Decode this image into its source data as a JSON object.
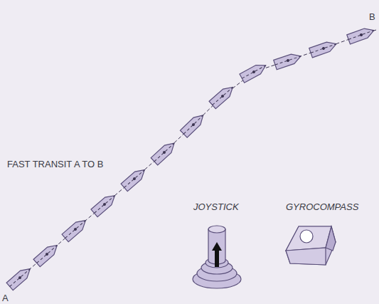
{
  "diagram": {
    "labels": [
      "FAST TRANSIT A TO B",
      "JOYSTICK",
      "GYROCOMPASS",
      "A",
      "B"
    ]
  }
}
